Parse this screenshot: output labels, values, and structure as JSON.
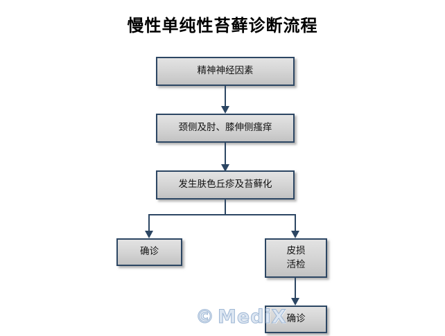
{
  "title": "慢性单纯性苔藓诊断流程",
  "watermark": {
    "symbol": "©",
    "text": "MediX"
  },
  "colors": {
    "background": "#ffffff",
    "node_border": "#2c4663",
    "node_fill_top": "#e3e3e3",
    "node_fill_bottom": "#c2c2c2",
    "connector": "#2c4663",
    "title_text": "#000000",
    "watermark_fill": "#dce6f2",
    "watermark_stroke": "#9db6d4"
  },
  "nodes": {
    "n1": {
      "label": "精神神经因素"
    },
    "n2": {
      "label": "颈侧及肘、膝伸侧瘙痒"
    },
    "n3": {
      "label": "发生肤色丘疹及苔藓化"
    },
    "n4": {
      "label": "确诊"
    },
    "n5": {
      "line1": "皮损",
      "line2": "活检"
    },
    "n6": {
      "label": "确诊"
    }
  }
}
